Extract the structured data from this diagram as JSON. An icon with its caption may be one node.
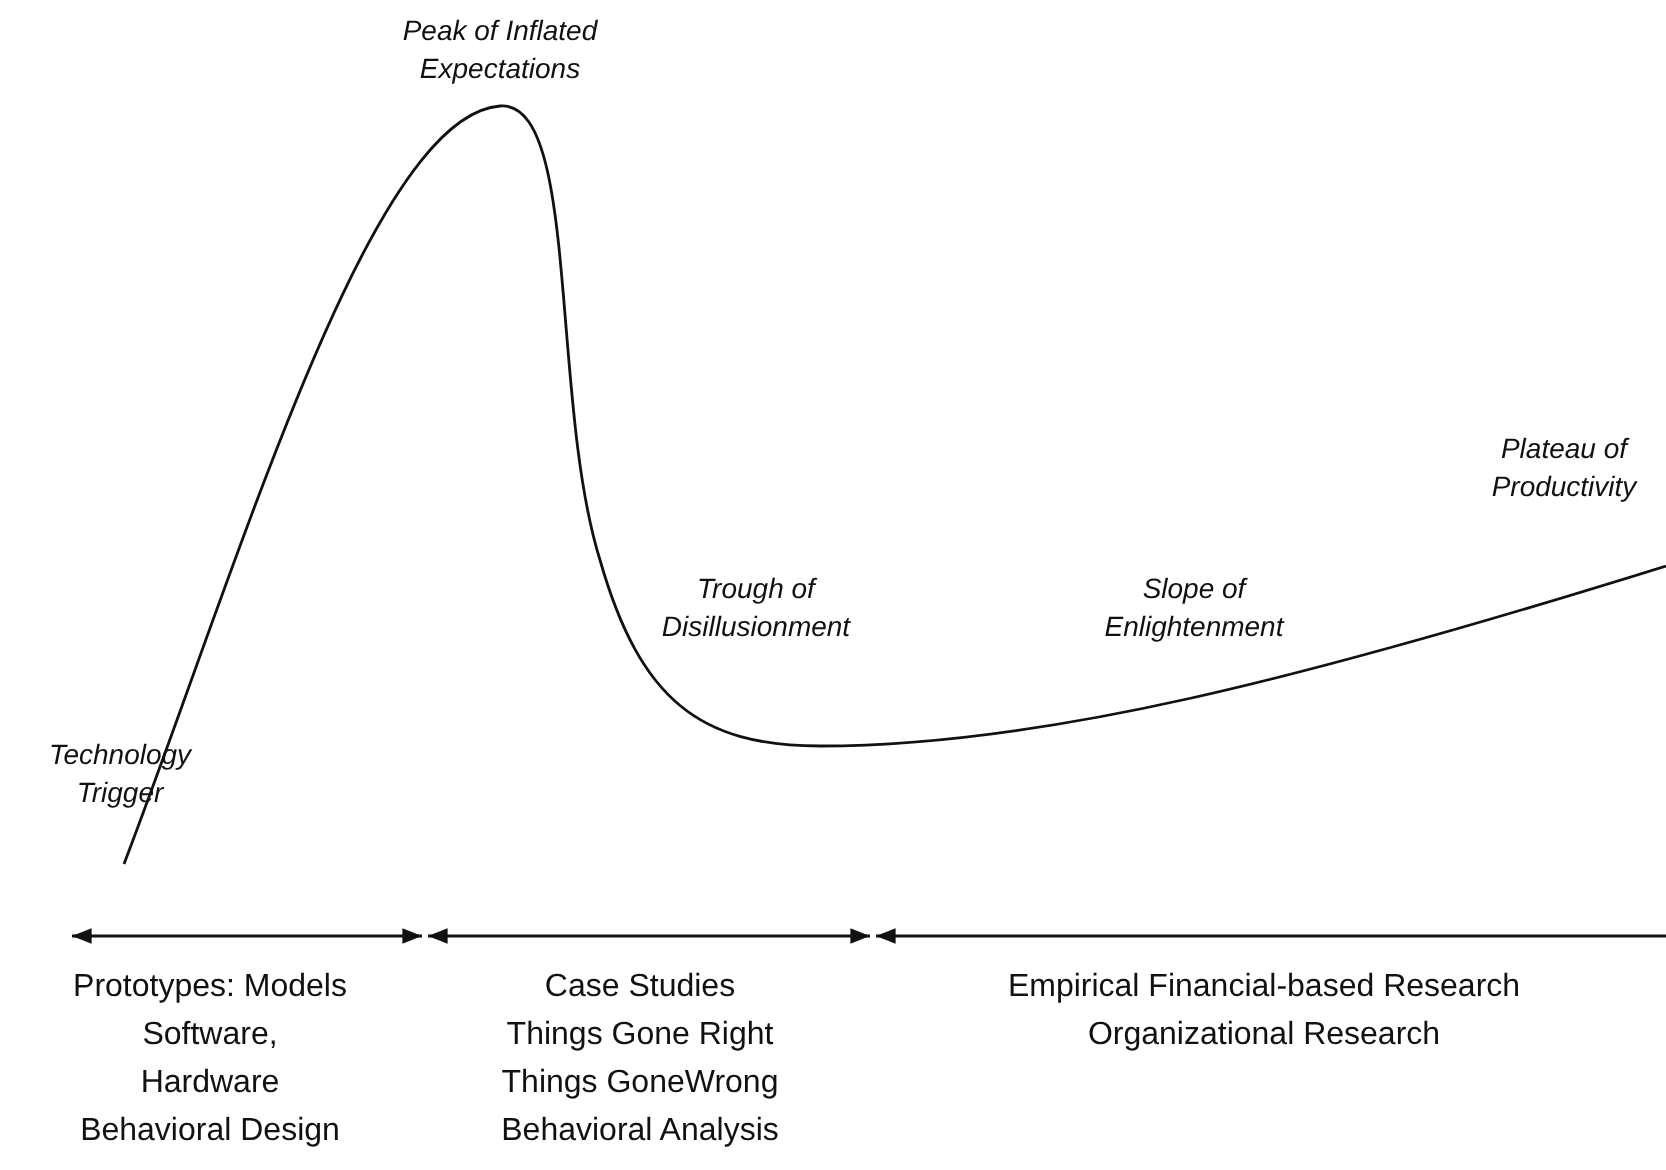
{
  "diagram": {
    "labels": [
      "Peak of Inflated Expectations",
      "Plateau of Productivity",
      "Trough of Disillusionment",
      "Slope of Enlightenment",
      "Technology Trigger",
      "Prototypes: Models",
      "Software, Hardware",
      "Behavioral Design",
      "Case Studies",
      "Things Gone Right",
      "Things GoneWrong",
      "Behavioral Analysis",
      "Empirical Financial-based Research",
      "Organizational Research"
    ]
  }
}
